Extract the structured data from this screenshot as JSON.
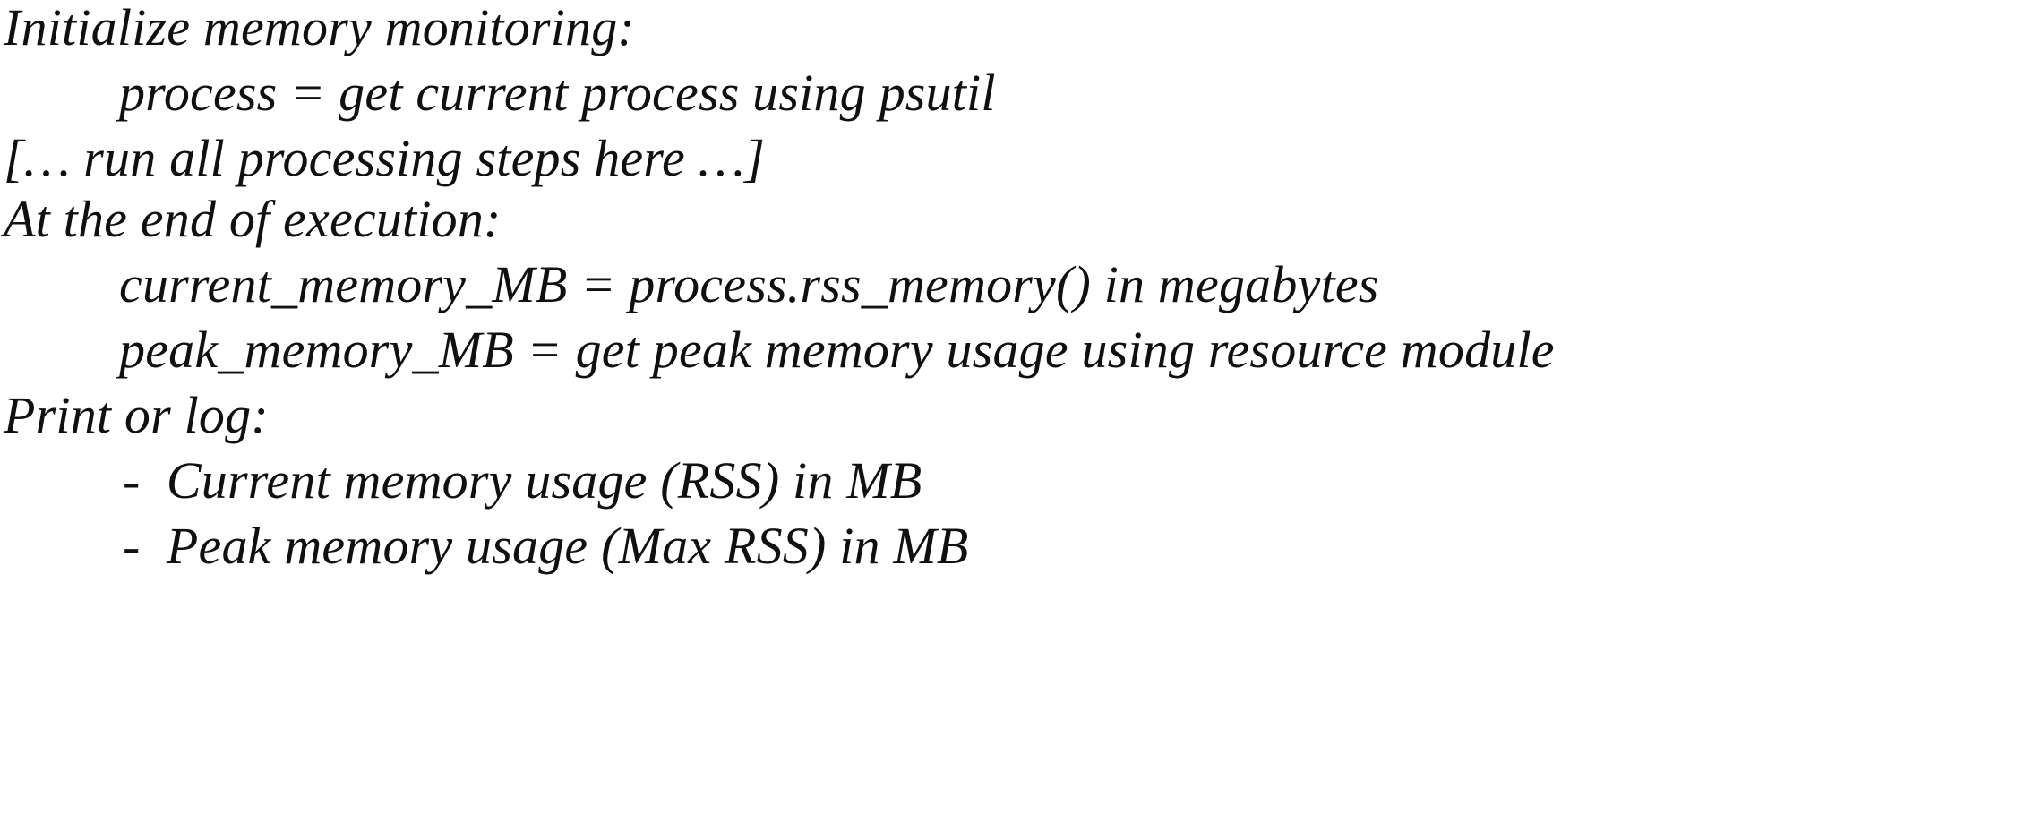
{
  "document": {
    "background_color": "#ffffff",
    "text_color": "#101010",
    "style": "italic-serif-pseudocode",
    "lines": [
      {
        "id": "init-header",
        "text": "Initialize memory monitoring:",
        "indent": 0
      },
      {
        "id": "process-assignment",
        "text": "process = get current process using psutil",
        "indent": 1
      },
      {
        "id": "processing-steps-placeholder",
        "text": "[… run all processing steps here …]",
        "indent": 0
      },
      {
        "id": "end-of-execution-header",
        "text": "At the end of execution:",
        "indent": 0
      },
      {
        "id": "current-memory-assignment",
        "text": "current_memory_MB = process.rss_memory() in megabytes",
        "indent": 1
      },
      {
        "id": "peak-memory-assignment",
        "text": "peak_memory_MB = get peak memory usage using resource module",
        "indent": 1
      },
      {
        "id": "print-or-log-header",
        "text": "Print or log:",
        "indent": 0
      },
      {
        "id": "bullet-current-memory",
        "text": "-  Current memory usage (RSS) in MB",
        "indent": 2
      },
      {
        "id": "bullet-peak-memory",
        "text": "-  Peak memory usage (Max RSS) in MB",
        "indent": 2
      }
    ]
  }
}
